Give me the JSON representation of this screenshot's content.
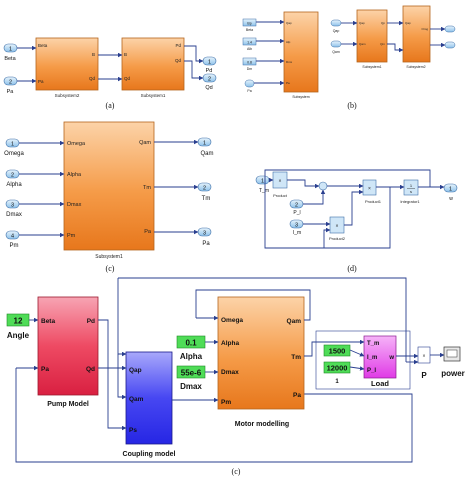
{
  "captions": {
    "a": "(a)",
    "b": "(b)",
    "c": "(c)",
    "d": "(d)",
    "e": "(c)"
  },
  "panel_a": {
    "in_ports": [
      {
        "num": "1",
        "label": "Beta"
      },
      {
        "num": "2",
        "label": "Pa"
      }
    ],
    "subsystem2": {
      "name": "Subsystem2",
      "ports_in": [
        "Beta",
        "Pa"
      ],
      "ports_out": [
        "B",
        "Qd"
      ]
    },
    "subsystem1": {
      "name": "Subsystem1",
      "ports_in": [
        "B",
        "Qd"
      ],
      "ports_out": [
        "Pd",
        "Qd"
      ]
    },
    "out_ports": [
      {
        "num": "1",
        "label": "Pd"
      },
      {
        "num": "2",
        "label": "Qd"
      }
    ]
  },
  "panel_b": {
    "in_ports": [
      "Beta",
      "Alb",
      "Dm",
      "Pa"
    ],
    "in_labels": [
      "Bp",
      "1.4",
      "0.8",
      "Pa"
    ],
    "subsystem": "Subsystem",
    "subsystem_in": [
      "Qap",
      "Alp",
      "Dmx",
      "Pa"
    ],
    "mid_ports": [
      "Qap",
      "Qam"
    ],
    "subsystem1": "Subsystem1",
    "subsystem1_in": [
      "Qap",
      "Qam"
    ],
    "subsystem1_out": [
      "Qp",
      "Qm"
    ],
    "subsystem2": "Subsystem2",
    "subsystem2_in": [
      "Qap"
    ],
    "subsystem2_out": [
      "Omg"
    ]
  },
  "panel_c": {
    "in_ports": [
      {
        "num": "1",
        "label": "Omega"
      },
      {
        "num": "2",
        "label": "Alpha"
      },
      {
        "num": "3",
        "label": "Dmax"
      },
      {
        "num": "4",
        "label": "Pm"
      }
    ],
    "block": {
      "name": "Subsystem1",
      "ports_in": [
        "Omega",
        "Alpha",
        "Dmax",
        "Pm"
      ],
      "ports_out": [
        "Qam",
        "Tm",
        "Pa"
      ]
    },
    "out_ports": [
      {
        "num": "1",
        "label": "Qam"
      },
      {
        "num": "2",
        "label": "Tm"
      },
      {
        "num": "3",
        "label": "Pa"
      }
    ]
  },
  "panel_d": {
    "in_ports": [
      {
        "num": "1",
        "label": "T_m"
      },
      {
        "num": "2",
        "label": "P_l"
      },
      {
        "num": "3",
        "label": "I_m"
      }
    ],
    "blocks": {
      "product": "Product",
      "product1": "Product1",
      "product2": "Product2",
      "integrator": "Integrator1"
    },
    "out_port": {
      "num": "1",
      "label": "w"
    }
  },
  "panel_e": {
    "angle_const": "12",
    "angle_label": "Angle",
    "pump": {
      "name": "Pump Model",
      "ports_in": [
        "Beta",
        "Pa"
      ],
      "ports_out": [
        "Pd",
        "Qd"
      ]
    },
    "coupling": {
      "name": "Coupling model",
      "ports_in": [
        "Qap",
        "Qam",
        "Ps"
      ]
    },
    "alpha_const": "0.1",
    "alpha_label": "Alpha",
    "dmax_const": "55e-6",
    "dmax_label": "Dmax",
    "motor": {
      "name": "Motor modelling",
      "ports_in": [
        "Omega",
        "Alpha",
        "Dmax",
        "Pm"
      ],
      "ports_out": [
        "Qam",
        "Tm",
        "Pa"
      ]
    },
    "im_const": "1500",
    "pl_const": "12000",
    "pl_sub": "1",
    "load": {
      "name": "Load",
      "ports_in": [
        "T_m",
        "I_m",
        "P_l"
      ],
      "ports_out": [
        "w"
      ]
    },
    "product_label": "P",
    "scope_label": "power"
  },
  "colors": {
    "orange": "#f08a2c",
    "pump_red": "#e8344a",
    "coupling_blue": "#3a3af0",
    "load_magenta": "#e23ae8",
    "const_green": "#55e05a",
    "port_blue": "#a9d1ee"
  }
}
